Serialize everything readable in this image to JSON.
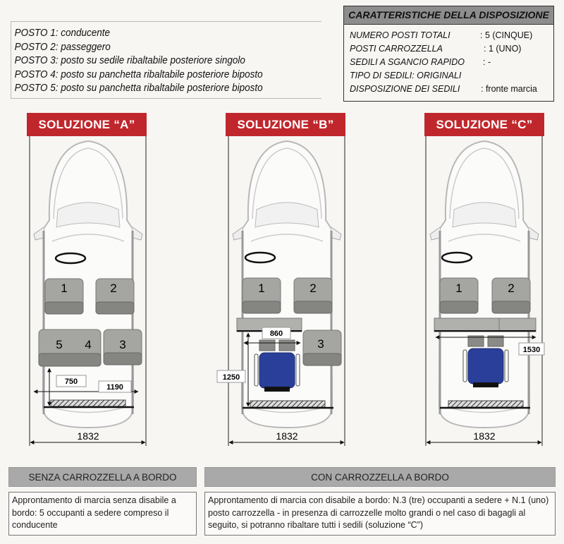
{
  "legend": [
    {
      "label": "POSTO 1:",
      "text": "conducente"
    },
    {
      "label": "POSTO 2:",
      "text": "passeggero"
    },
    {
      "label": "POSTO 3:",
      "text": "posto su sedile ribaltabile posteriore singolo"
    },
    {
      "label": "POSTO 4:",
      "text": "posto su panchetta ribaltabile posteriore biposto"
    },
    {
      "label": "POSTO 5:",
      "text": "posto su panchetta ribaltabile posteriore biposto"
    }
  ],
  "characteristics": {
    "title": "CARATTERISTICHE DELLA DISPOSIZIONE",
    "rows": [
      {
        "key": "NUMERO POSTI TOTALI",
        "value": ": 5 (CINQUE)"
      },
      {
        "key": "POSTI CARROZZELLA",
        "value": ": 1 (UNO)"
      },
      {
        "key": "SEDILI A SGANCIO RAPIDO",
        "value": ": -"
      },
      {
        "key": "TIPO DI SEDILI: ORIGINALI",
        "value": ""
      },
      {
        "key": "DISPOSIZIONE DEI SEDILI",
        "value": ": fronte marcia"
      }
    ]
  },
  "solutions": [
    {
      "title": "SOLUZIONE “A”",
      "seats": [
        "1",
        "2",
        "5",
        "4",
        "3"
      ],
      "dims": [
        "750",
        "1190"
      ],
      "width": "1832"
    },
    {
      "title": "SOLUZIONE “B”",
      "seats": [
        "1",
        "2",
        "3"
      ],
      "dims": [
        "860",
        "1250"
      ],
      "width": "1832"
    },
    {
      "title": "SOLUZIONE “C”",
      "seats": [
        "1",
        "2"
      ],
      "dims": [
        "1530"
      ],
      "width": "1832"
    }
  ],
  "colors": {
    "banner": "#c0272d",
    "wheelchair": "#2a3f9a",
    "seat": "#9a9a96"
  },
  "bottom": {
    "left": {
      "title": "SENZA CARROZZELLA A BORDO",
      "text": "Approntamento di marcia senza disabile a bordo: 5 occupanti a sedere compreso il conducente"
    },
    "right": {
      "title": "CON CARROZZELLA A BORDO",
      "text": "Approntamento di marcia con disabile a bordo: N.3 (tre) occupanti a sedere + N.1 (uno) posto carrozzella - in presenza di carrozzelle molto grandi o nel caso di bagagli al seguito, si potranno ribaltare tutti i sedili (soluzione “C”)"
    }
  }
}
